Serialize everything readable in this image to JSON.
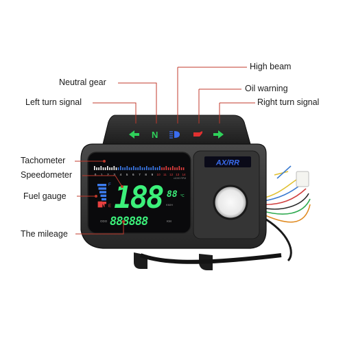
{
  "labels": {
    "high_beam": "High beam",
    "neutral_gear": "Neutral gear",
    "oil_warning": "Oil warning",
    "left_turn_signal": "Left turn signal",
    "right_turn_signal": "Right turn signal",
    "tachometer": "Tachometer",
    "speedometer": "Speedometer",
    "fuel_gauge": "Fuel gauge",
    "mileage": "The mileage"
  },
  "dashboard": {
    "neutral_letter": "N",
    "brand_logo": "AX/RR",
    "speed_value": "188",
    "temp_value": "88",
    "temp_unit": "°C",
    "speed_unit": "KM/H",
    "odo_label": "ODO",
    "odo_value": "888888",
    "odo_unit": "KM",
    "rpm_label": "x1000 RPM",
    "fuel_full": "F",
    "fuel_empty": "E",
    "tach_ticks": [
      "0",
      "1",
      "2",
      "3",
      "4",
      "5",
      "6",
      "7",
      "8",
      "9",
      "10",
      "11",
      "12",
      "13",
      "14"
    ]
  },
  "colors": {
    "indicator_green": "#2fd05a",
    "high_beam_blue": "#3a6df0",
    "oil_red": "#e03030",
    "lcd_green": "#3cf07a",
    "tach_blue": "#3c7cf0",
    "tach_red": "#e84040",
    "leader_line": "#c0392b"
  },
  "icons": [
    "left-arrow-icon",
    "neutral-icon",
    "high-beam-icon",
    "oil-can-icon",
    "right-arrow-icon",
    "fuel-pump-icon"
  ]
}
